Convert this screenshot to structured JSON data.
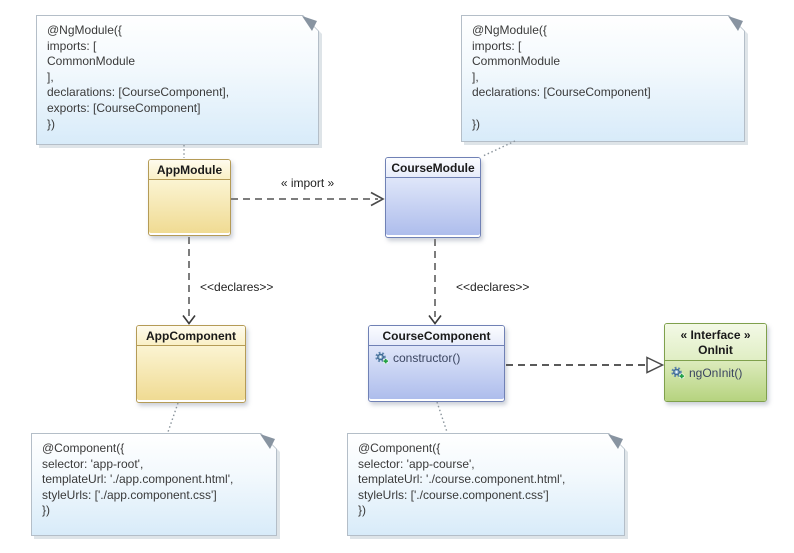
{
  "notes": {
    "ngmodule_left": "@NgModule({\nimports: [\nCommonModule\n],\ndeclarations: [CourseComponent],\nexports: [CourseComponent]\n})",
    "ngmodule_right": "@NgModule({\nimports: [\nCommonModule\n],\ndeclarations: [CourseComponent]\n\n})",
    "component_left": "@Component({\nselector: 'app-root',\ntemplateUrl: './app.component.html',\nstyleUrls: ['./app.component.css']\n})",
    "component_right": "@Component({\nselector: 'app-course',\ntemplateUrl: './course.component.html',\nstyleUrls: ['./course.component.css']\n})"
  },
  "classes": {
    "app_module": {
      "title": "AppModule"
    },
    "course_module": {
      "title": "CourseModule"
    },
    "app_component": {
      "title": "AppComponent"
    },
    "course_component": {
      "title": "CourseComponent",
      "method": "constructor()"
    },
    "on_init": {
      "stereotype": "« Interface »",
      "title": "OnInit",
      "method": "ngOnInit()"
    }
  },
  "relations": {
    "import_label": "« import »",
    "declares_left_label": "<<declares>>",
    "declares_right_label": "<<declares>>"
  },
  "colors": {
    "yellow_border": "#b59b56",
    "blue_border": "#7081b5",
    "green_border": "#7fa04c",
    "note_background": "#d8ebf9",
    "arrow_gray": "#7d7d7d"
  }
}
